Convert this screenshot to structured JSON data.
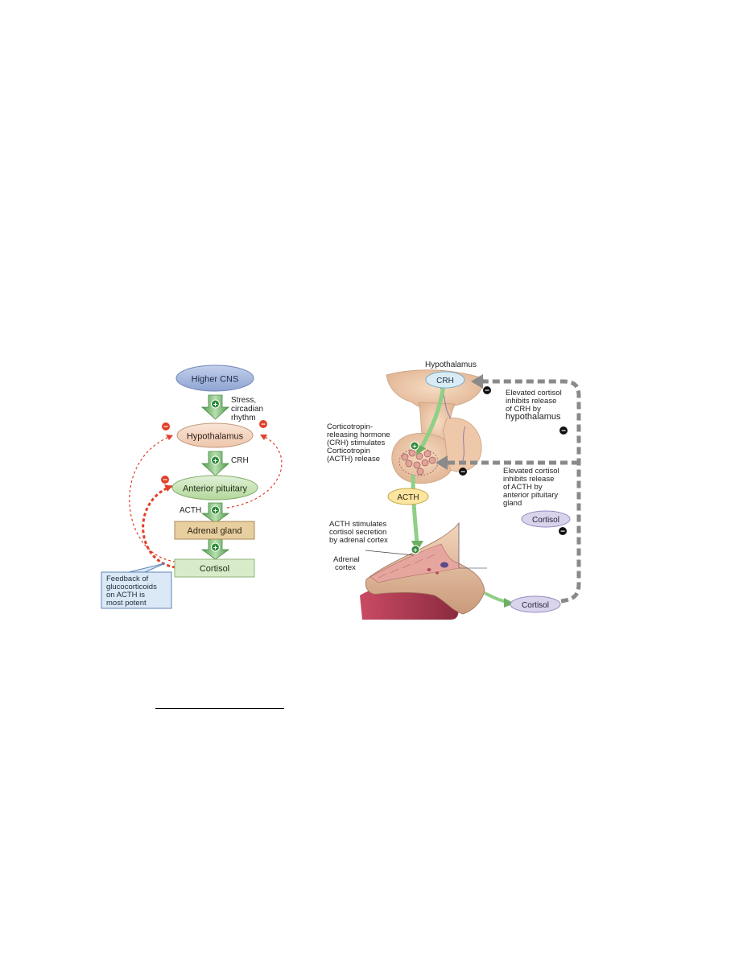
{
  "left_diagram": {
    "higher_cns": "Higher CNS",
    "stress_lines": [
      "Stress,",
      "circadian",
      "rhythm"
    ],
    "hypothalamus": "Hypothalamus",
    "crh": "CRH",
    "anterior_pituitary": "Anterior pituitary",
    "acth": "ACTH",
    "adrenal_gland": "Adrenal gland",
    "cortisol": "Cortisol",
    "feedback_lines": [
      "Feedback of",
      "glucocorticoids",
      "on ACTH is",
      "most potent"
    ]
  },
  "right_diagram": {
    "hypothalamus_title": "Hypothalamus",
    "crh": "CRH",
    "crh_note_lines": [
      "Corticotropin-",
      "releasing hormone",
      "(CRH) stimulates",
      "Corticotropin",
      "(ACTH) release"
    ],
    "acth": "ACTH",
    "acth_note_lines": [
      "ACTH stimulates",
      "cortisol secretion",
      "by adrenal cortex"
    ],
    "adrenal_cortex_lines": [
      "Adrenal",
      "cortex"
    ],
    "inhibit_crh_lines": [
      "Elevated cortisol",
      "inhibits release",
      "of CRH by",
      "hypothalamus"
    ],
    "inhibit_acth_lines": [
      "Elevated cortisol",
      "inhibits release",
      "of ACTH by",
      "anterior pituitary",
      "gland"
    ],
    "cortisol_right": "Cortisol",
    "cortisol_bottom": "Cortisol"
  },
  "symbols": {
    "plus": "+",
    "minus": "−"
  },
  "colors": {
    "cns_blue": "#9bb0d8",
    "hypothalamus_peach": "#f2d4bf",
    "pituitary_green": "#c7e2b4",
    "adrenal_tan": "#e7cfa0",
    "cortisol_green": "#d9ecc9",
    "arrow_green": "#7fbf74",
    "feedback_red": "#e0402a",
    "callout_blue": "#dbe8f5",
    "gray_dash": "#8a8a8a",
    "acth_yellow": "#fbe5a0",
    "cortisol_lilac": "#d9d3ec"
  }
}
